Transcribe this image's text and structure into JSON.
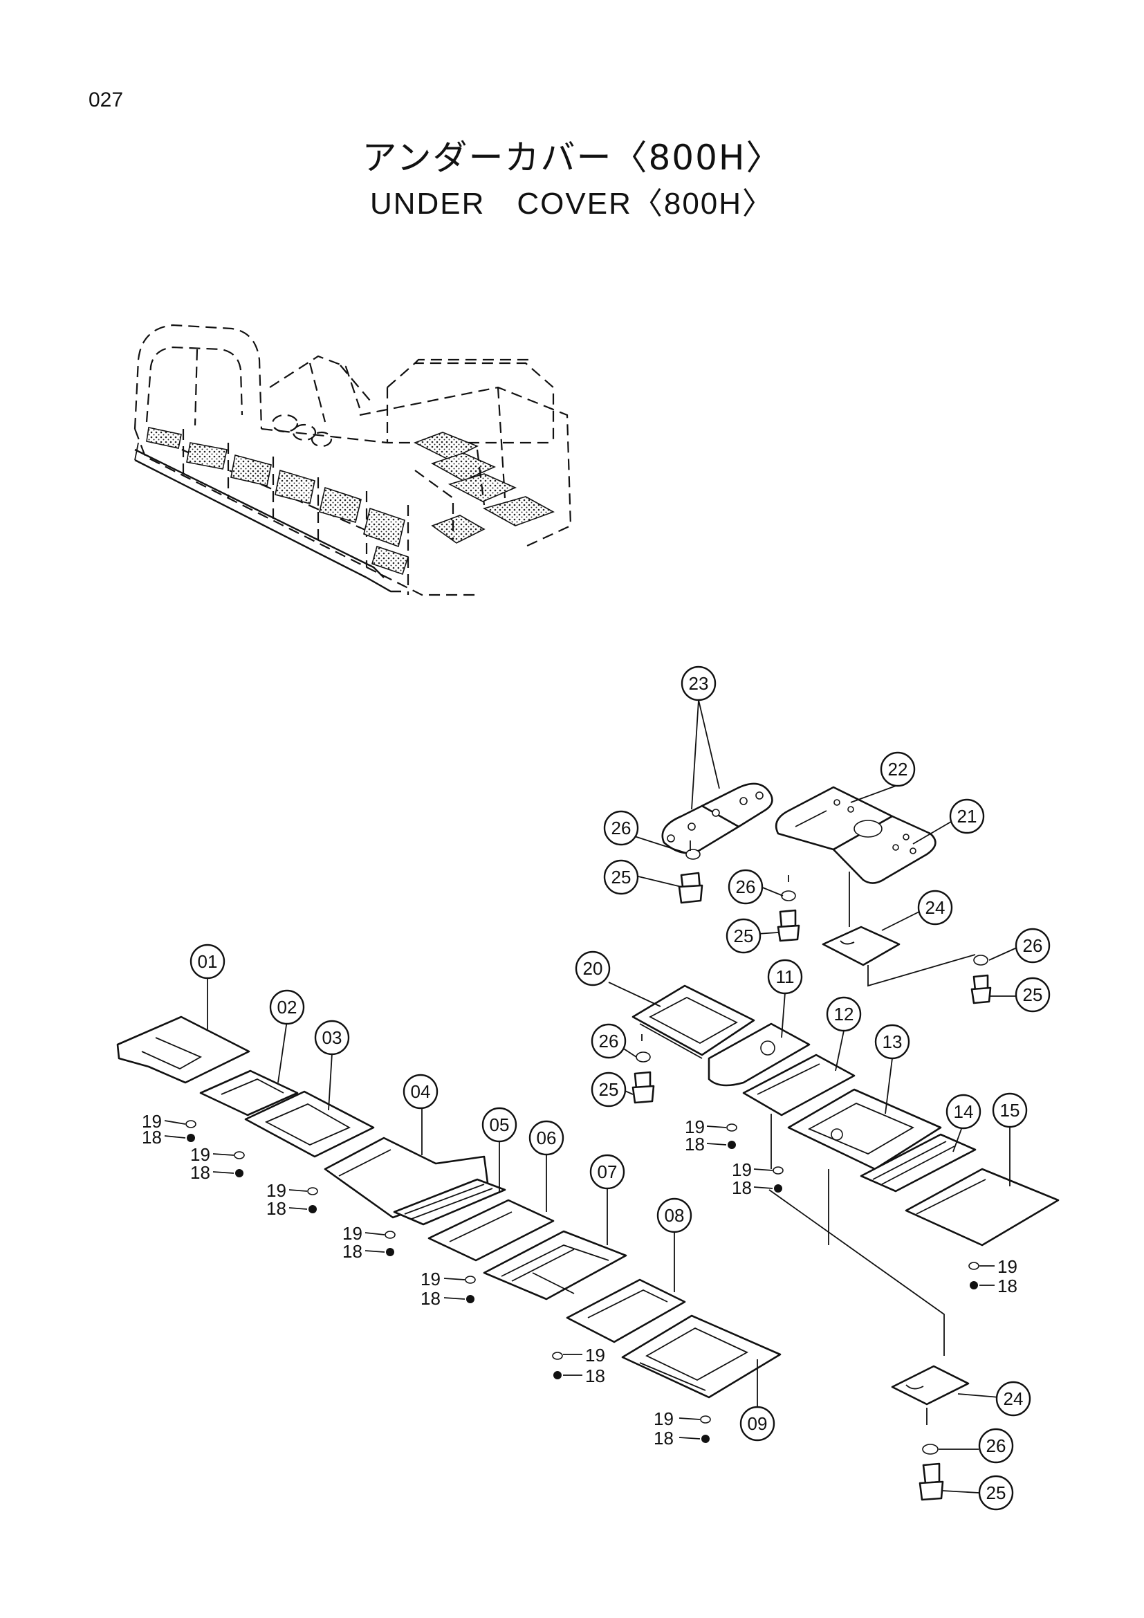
{
  "page": {
    "number": "027"
  },
  "title": {
    "japanese": "アンダーカバー〈800H〉",
    "english": "UNDER　COVER〈800H〉"
  },
  "parts": {
    "p01": "01",
    "p02": "02",
    "p03": "03",
    "p04": "04",
    "p05": "05",
    "p06": "06",
    "p07": "07",
    "p08": "08",
    "p09": "09",
    "p11": "11",
    "p12": "12",
    "p13": "13",
    "p14": "14",
    "p15": "15",
    "p18": "18",
    "p19": "19",
    "p20": "20",
    "p21": "21",
    "p22": "22",
    "p23": "23",
    "p24": "24",
    "p25": "25",
    "p26": "26"
  }
}
